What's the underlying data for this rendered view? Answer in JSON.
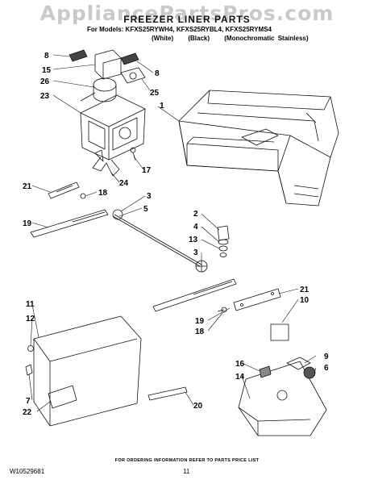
{
  "watermark": "AppliancePartsPros.com",
  "header": {
    "title": "FREEZER LINER PARTS",
    "models_line": "For Models: KFXS25RYWH4, KFXS25RYBL4, KFXS25RYMS4",
    "variants": [
      "(White)",
      "(Black)",
      "(Monochromatic Stainless)"
    ]
  },
  "callouts": [
    "8",
    "15",
    "26",
    "23",
    "8",
    "25",
    "1",
    "17",
    "24",
    "21",
    "18",
    "3",
    "5",
    "19",
    "2",
    "4",
    "13",
    "3",
    "21",
    "10",
    "11",
    "12",
    "19",
    "18",
    "9",
    "6",
    "16",
    "14",
    "7",
    "22",
    "20"
  ],
  "footer": {
    "ordering_note": "FOR ORDERING INFORMATION REFER TO PARTS PRICE LIST",
    "doc_number": "W10529681",
    "page_number": "11"
  }
}
